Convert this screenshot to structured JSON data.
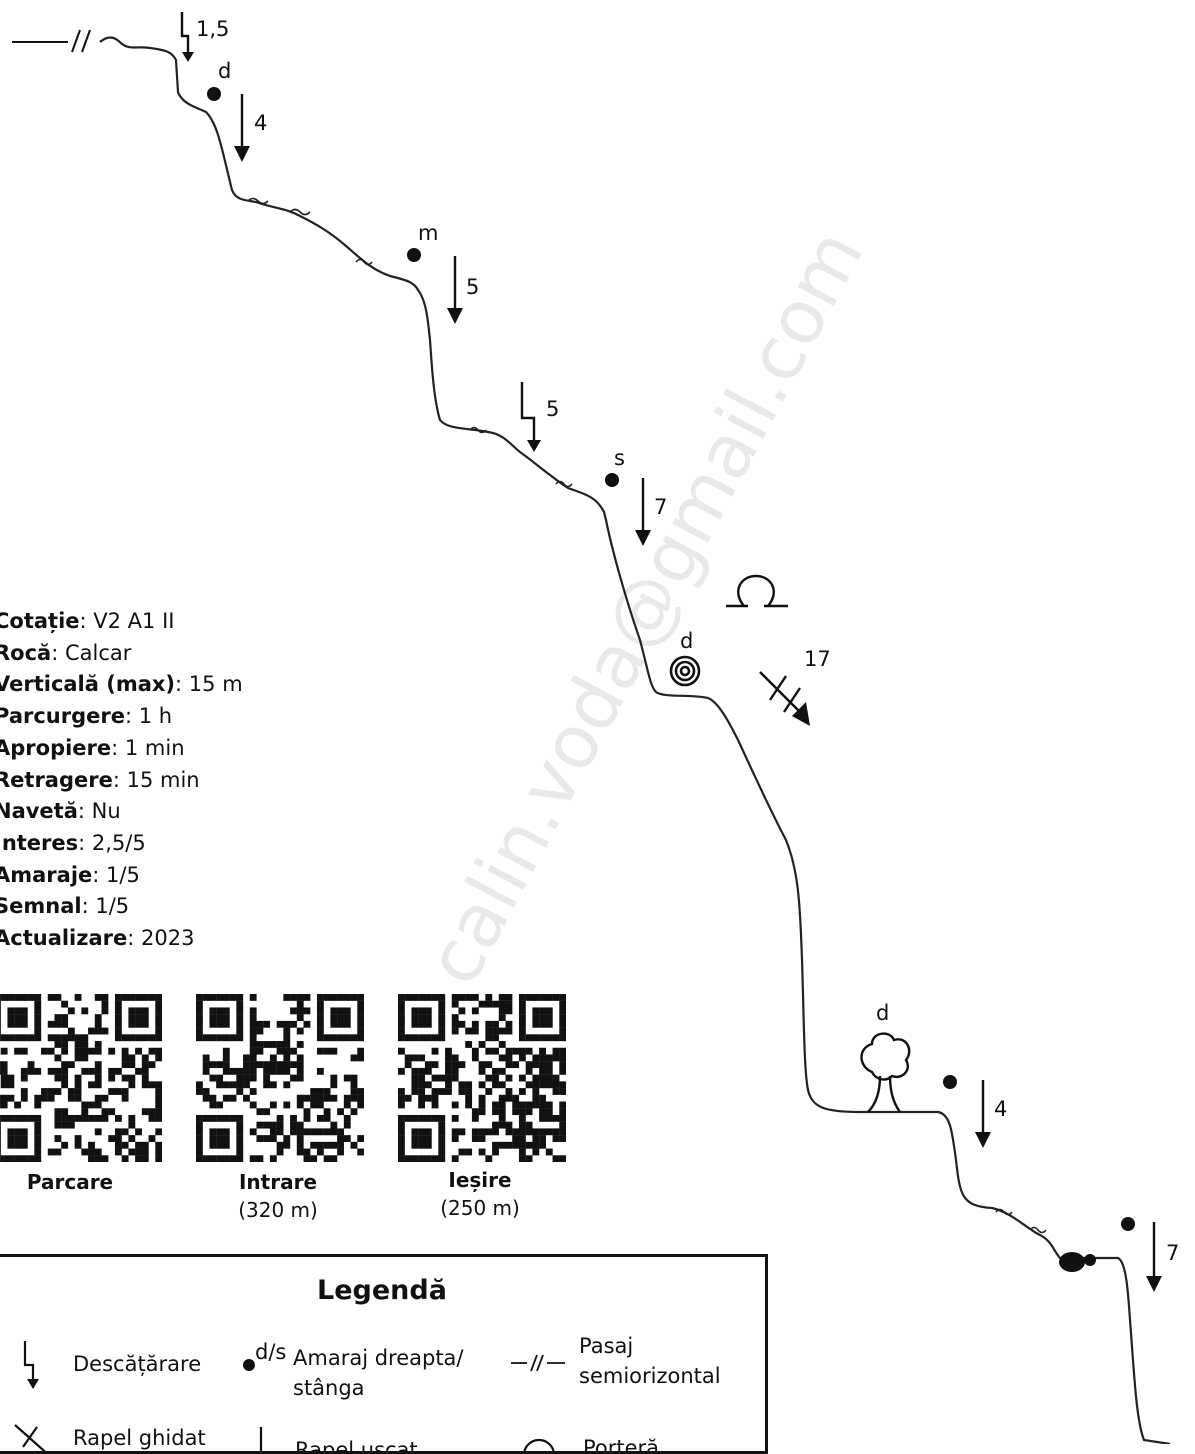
{
  "watermark": "calin.voda@gmail.com",
  "topo": {
    "labels": {
      "climb1": "1,5",
      "anchor1": "d",
      "rappel1": "4",
      "anchor2": "m",
      "rappel2": "5",
      "climb2": "5",
      "anchor3": "s",
      "rappel3": "7",
      "anchor4": "d",
      "guided": "17",
      "anchor5": "d",
      "rappel4": "4",
      "rappel5": "7"
    }
  },
  "info": {
    "rows": [
      {
        "key": "Cotație",
        "value": ": V2 A1 II"
      },
      {
        "key": "Rocă",
        "value": ": Calcar"
      },
      {
        "key": "Verticală (max)",
        "value": ": 15 m"
      },
      {
        "key": "Parcurgere",
        "value": ": 1 h"
      },
      {
        "key": "Apropiere",
        "value": ": 1 min"
      },
      {
        "key": "Retragere",
        "value": ": 15 min"
      },
      {
        "key": "Navetă",
        "value": ": Nu"
      },
      {
        "key": "Interes",
        "value": ": 2,5/5"
      },
      {
        "key": "Amaraje",
        "value": ": 1/5"
      },
      {
        "key": "Semnal",
        "value": ": 1/5"
      },
      {
        "key": "Actualizare",
        "value": ": 2023"
      }
    ]
  },
  "qr": {
    "items": [
      {
        "title": "Parcare",
        "sub": ""
      },
      {
        "title": "Intrare",
        "sub": "(320 m)"
      },
      {
        "title": "Ieșire",
        "sub": "(250 m)"
      }
    ]
  },
  "legend": {
    "title": "Legendă",
    "items": [
      {
        "label": "Descățărare"
      },
      {
        "label": "Amaraj dreapta/ stânga",
        "sup": "d/s"
      },
      {
        "label": "Pasaj semiorizontal"
      },
      {
        "label": "Rapel ghidat"
      },
      {
        "label": "Rapel uscat"
      },
      {
        "label": "Porteră"
      }
    ]
  }
}
